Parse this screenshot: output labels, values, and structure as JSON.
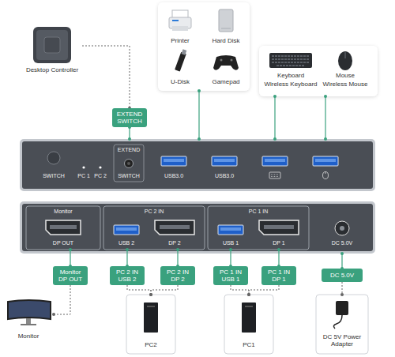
{
  "diagram": {
    "nodes": [
      {
        "text": [
          "Desktop Controller"
        ]
      },
      {
        "text": [
          "Printer",
          "Hard Disk",
          "U-Disk",
          "Gamepad"
        ]
      },
      {
        "text": [
          "Keyboard",
          "Wireless Keyboard"
        ]
      },
      {
        "text": [
          "Mouse",
          "Wireless Mouse"
        ]
      },
      {
        "text": [
          "EXTEND SWITCH"
        ]
      },
      {
        "text": [
          "SWITCH",
          "PC 1",
          "PC 2",
          "EXTEND",
          "SWITCH",
          "USB3.0",
          "USB3.0"
        ]
      },
      {
        "text": [
          "DC 5.0V"
        ]
      },
      {
        "text": [
          "Monitor",
          "DP OUT"
        ],
        "in": 6
      },
      {
        "text": [
          "PC 2 IN",
          "USB 2",
          "DP 2"
        ],
        "in": 6
      },
      {
        "text": [
          "PC 1 IN",
          "USB 1",
          "DP 1"
        ],
        "in": 6
      },
      {
        "text": [
          "Monitor DP OUT"
        ]
      },
      {
        "text": [
          "PC 2 IN USB 2"
        ]
      },
      {
        "text": [
          "PC 2 IN DP 2"
        ]
      },
      {
        "text": [
          "PC 1 IN USB 1"
        ]
      },
      {
        "text": [
          "PC 1 IN DP 1"
        ]
      },
      {
        "text": [
          "DC 5.0V"
        ]
      },
      {
        "text": [
          "Monitor"
        ]
      },
      {
        "text": [
          "PC2"
        ]
      },
      {
        "text": [
          "PC1"
        ]
      },
      {
        "text": [
          "DC 5V Power Adapter"
        ]
      }
    ],
    "edges": [
      {
        "from": 0,
        "to": 4,
        "arrow": "none"
      },
      {
        "from": 4,
        "to": 5,
        "arrow": "none"
      },
      {
        "from": 1,
        "to": 5,
        "arrow": "none"
      },
      {
        "from": 2,
        "to": 5,
        "arrow": "none"
      },
      {
        "from": 3,
        "to": 5,
        "arrow": "none"
      },
      {
        "from": 7,
        "to": 10,
        "arrow": "none"
      },
      {
        "from": 8,
        "to": 11,
        "arrow": "none"
      },
      {
        "from": 8,
        "to": 12,
        "arrow": "none"
      },
      {
        "from": 9,
        "to": 13,
        "arrow": "none"
      },
      {
        "from": 9,
        "to": 14,
        "arrow": "none"
      },
      {
        "from": 6,
        "to": 15,
        "arrow": "none"
      },
      {
        "from": 10,
        "to": 16,
        "arrow": "none"
      },
      {
        "from": 11,
        "to": 17,
        "arrow": "none"
      },
      {
        "from": 12,
        "to": 17,
        "arrow": "none"
      },
      {
        "from": 13,
        "to": 18,
        "arrow": "none"
      },
      {
        "from": 14,
        "to": 18,
        "arrow": "none"
      },
      {
        "from": 15,
        "to": 19,
        "arrow": "none"
      }
    ]
  }
}
